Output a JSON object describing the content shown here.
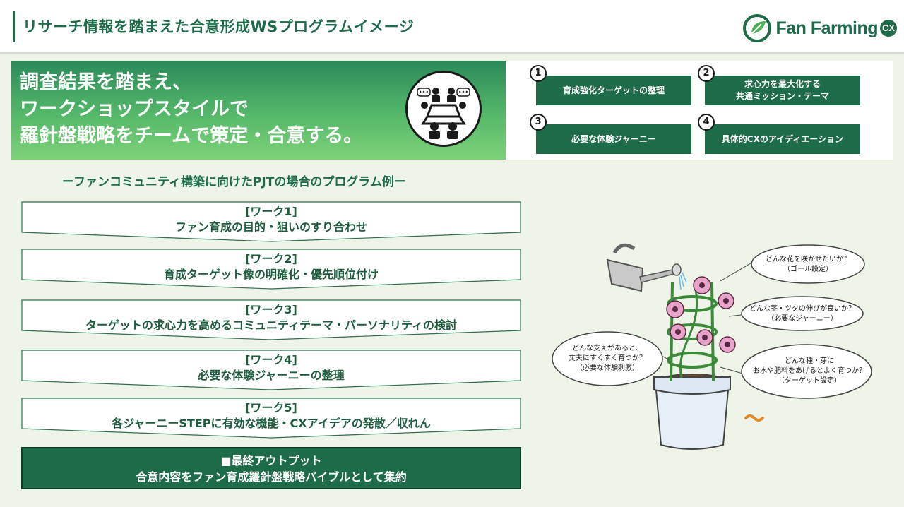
{
  "header": {
    "title": "リサーチ情報を踏まえた合意形成WSプログラムイメージ",
    "logo_text": "Fan Farming",
    "logo_badge": "CX"
  },
  "hero": {
    "lines": [
      "調査結果を踏まえ、",
      "ワークショップスタイルで",
      "羅針盤戦略をチームで策定・合意する。"
    ]
  },
  "steps": [
    {
      "num": "1",
      "label": "育成強化ターゲットの整理"
    },
    {
      "num": "2",
      "label": "求心力を最大化する\n共通ミッション・テーマ"
    },
    {
      "num": "3",
      "label": "必要な体験ジャーニー"
    },
    {
      "num": "4",
      "label": "具体的CXのアイディエーション"
    }
  ],
  "program_title": "ーファンコミュニティ構築に向けたPJTの場合のプログラム例ー",
  "works": [
    {
      "title": "[ワーク1]",
      "desc": "ファン育成の目的・狙いのすり合わせ"
    },
    {
      "title": "[ワーク2]",
      "desc": "育成ターゲット像の明確化・優先順位付け"
    },
    {
      "title": "[ワーク3]",
      "desc": "ターゲットの求心力を高めるコミュニティテーマ・パーソナリティの検討"
    },
    {
      "title": "[ワーク4]",
      "desc": "必要な体験ジャーニーの整理"
    },
    {
      "title": "[ワーク5]",
      "desc": "各ジャーニーSTEPに有効な機能・CXアイデアの発散／収れん"
    }
  ],
  "final": {
    "title": "■最終アウトプット",
    "desc": "合意内容をファン育成羅針盤戦略バイブルとして集約"
  },
  "bubbles": [
    {
      "lines": [
        "どんな花を咲かせたいか？",
        "（ゴール設定）"
      ]
    },
    {
      "lines": [
        "どんな茎・ツタの伸びが良いか？",
        "（必要なジャーニー）"
      ]
    },
    {
      "lines": [
        "どんな支えがあると、",
        "丈夫にすくすく育つか？",
        "（必要な体験刺激）"
      ]
    },
    {
      "lines": [
        "どんな種・芽に",
        "お水や肥料をあげるとよく育つか？",
        "（ターゲット設定）"
      ]
    }
  ],
  "colors": {
    "brand_green": "#1e6b4a",
    "hero_gradient_top": "#2b8a5a",
    "hero_gradient_bottom": "#7ed278",
    "background": "#eef5e8"
  }
}
